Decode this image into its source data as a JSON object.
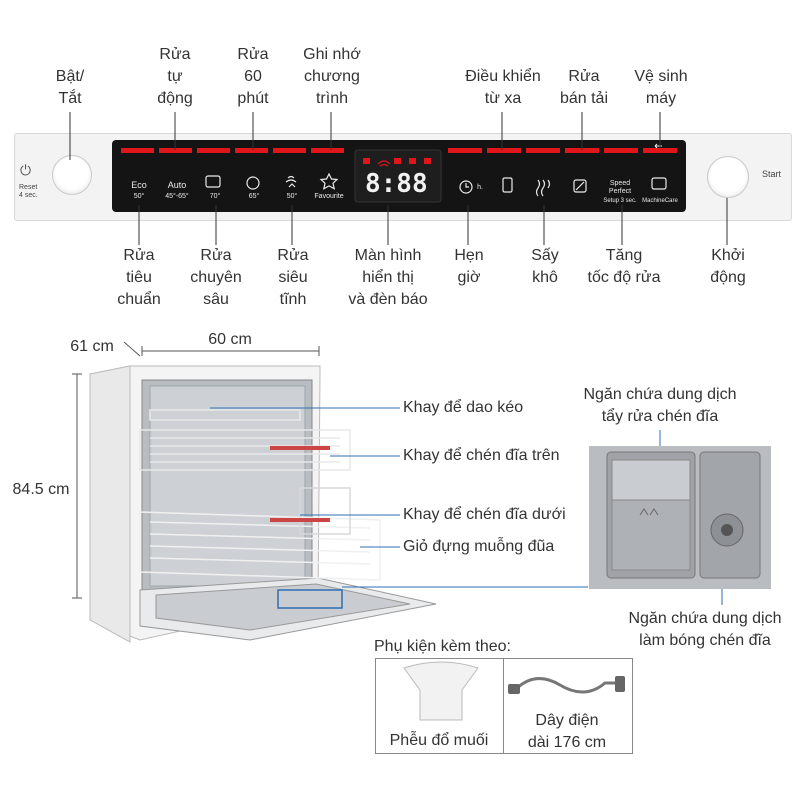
{
  "panel": {
    "top_labels": {
      "power": "Bật/\nTắt",
      "auto": "Rửa\ntự\nđộng",
      "wash60": "Rửa\n60\nphút",
      "favourite": "Ghi nhớ\nchương\ntrình",
      "remote": "Điều khiển\ntừ xa",
      "halfload": "Rửa\nbán tải",
      "machinecare": "Vệ sinh\nmáy"
    },
    "bottom_labels": {
      "eco": "Rửa\ntiêu\nchuẩn",
      "intensive": "Rửa\nchuyên\nsâu",
      "silent": "Rửa\nsiêu\ntĩnh",
      "display": "Màn hình\nhiển thị\nvà đèn báo",
      "timer": "Hẹn\ngiờ",
      "dry": "Sấy\nkhô",
      "speed": "Tăng\ntốc độ rửa",
      "start": "Khởi\nđộng"
    },
    "buttons": {
      "eco": "Eco",
      "eco_temp": "50°",
      "auto": "Auto",
      "auto_temp": "45°-65°",
      "intensive_temp": "70°",
      "wash60_temp": "65°",
      "silent_temp": "50°",
      "favourite": "Favourite",
      "timer_suffix": "h.",
      "speed": "Speed\nPerfect",
      "speed_sub": "Setup 3 sec.",
      "machinecare": "MachineCare",
      "start": "Start",
      "reset": "Reset\n4 sec.",
      "display_digits": "8:88"
    }
  },
  "dimensions": {
    "depth": "61 cm",
    "width": "60 cm",
    "height": "84.5 cm"
  },
  "parts": {
    "cutlery_tray": "Khay để dao kéo",
    "upper_rack": "Khay để chén đĩa trên",
    "lower_rack": "Khay để chén đĩa dưới",
    "cutlery_basket": "Giỏ đựng muỗng đũa",
    "detergent": "Ngăn chứa dung dịch\ntẩy rửa chén đĩa",
    "rinse_aid": "Ngăn chứa dung dịch\nlàm bóng chén đĩa"
  },
  "accessories": {
    "title": "Phụ kiện kèm theo:",
    "funnel": "Phễu đổ muối",
    "cable": "Dây điện\ndài 176 cm"
  },
  "colors": {
    "accent_red": "#e0161b",
    "panel_black": "#141414",
    "line": "#5a5a5a"
  }
}
